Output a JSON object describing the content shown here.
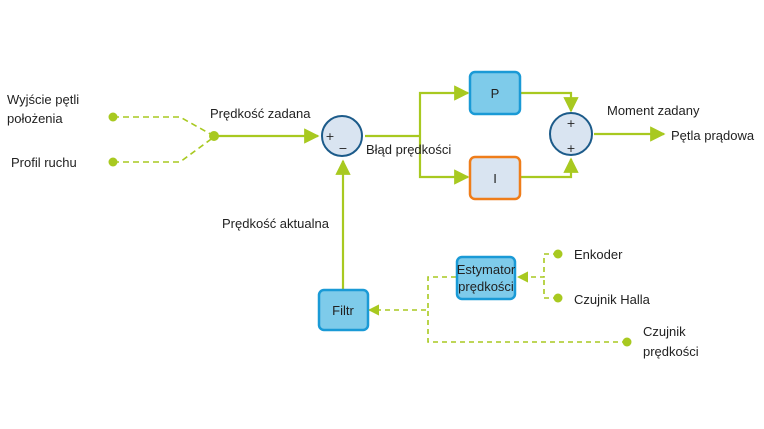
{
  "inputs": {
    "position_loop_output": [
      "Wyjście pętli",
      "położenia"
    ],
    "motion_profile": "Profil ruchu"
  },
  "labels": {
    "speed_setpoint": "Prędkość zadana",
    "speed_error": "Błąd prędkości",
    "actual_speed": "Prędkość aktualna",
    "torque_setpoint": "Moment zadany",
    "current_loop": "Pętla prądowa"
  },
  "blocks": {
    "p": "P",
    "i": "I",
    "filter": "Filtr",
    "estimator": [
      "Estymator",
      "prędkości"
    ]
  },
  "summing_junction_1": {
    "top_sign": "+",
    "bottom_sign": "−"
  },
  "summing_junction_2": {
    "top_sign": "+",
    "bottom_sign": "+"
  },
  "sensors": {
    "encoder": "Enkoder",
    "hall_sensor": "Czujnik Halla",
    "speed_sensor": [
      "Czujnik",
      "prędkości"
    ]
  },
  "colors": {
    "signal_line": "#a8c920",
    "dot": "#a8c920",
    "block_fill": "#7ecbea",
    "block_stroke_blue": "#1a9ad6",
    "block_stroke_orange": "#ef7d1a",
    "i_block_fill": "#d9e4f1",
    "junction_fill": "#d9e4f1",
    "junction_stroke": "#1c5b8a"
  }
}
